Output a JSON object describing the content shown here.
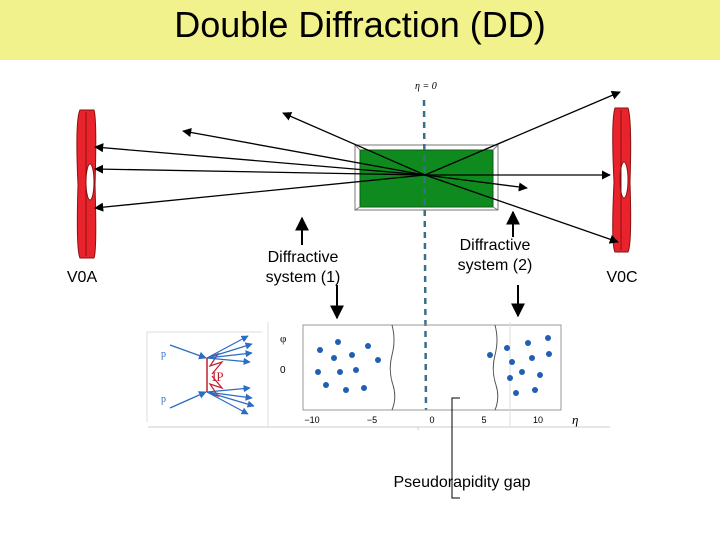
{
  "slide": {
    "title": "Double Diffraction (DD)",
    "eta_zero_label": "η = 0",
    "v0a_label": "V0A",
    "v0c_label": "V0C",
    "diffractive_system_1": [
      "Diffractive",
      "system (1)"
    ],
    "diffractive_system_2": [
      "Diffractive",
      "system (2)"
    ],
    "gap_label": "Pseudorapidity gap"
  },
  "feynman": {
    "proton_top": "p",
    "proton_bottom": "p",
    "pomeron": "IP"
  },
  "eta_plot": {
    "y_label_top": "φ",
    "y_label_bottom": "0",
    "x_axis_label": "η",
    "x_ticks": [
      "−10",
      "−5",
      "0",
      "5",
      "10"
    ]
  },
  "colors": {
    "title_band": "#f2f28c",
    "detector_green": "#0f8a1e",
    "v0_red": "#e8232b",
    "track_dot": "#1f5fb4"
  }
}
